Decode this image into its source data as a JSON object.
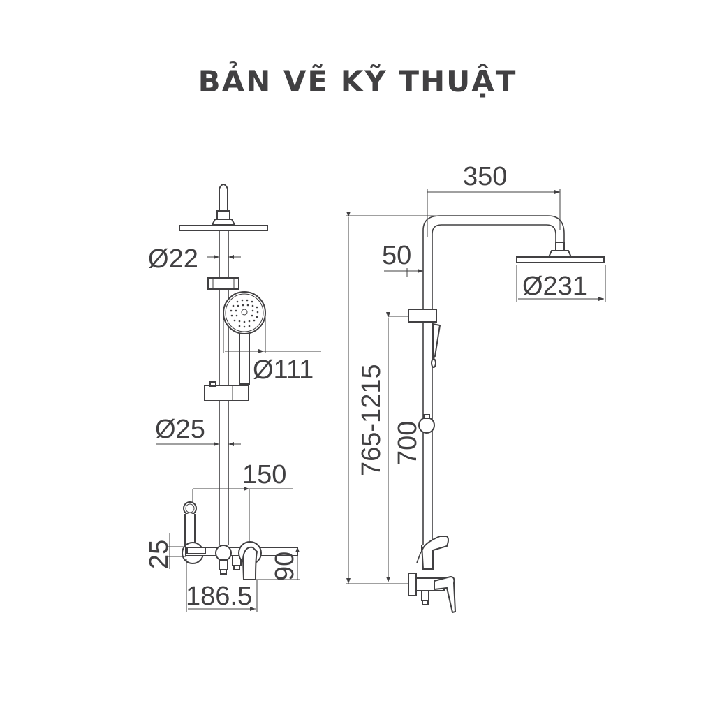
{
  "title": "BẢN VẼ KỸ THUẬT",
  "colors": {
    "ink": "#414042",
    "background": "#ffffff"
  },
  "front_view": {
    "dimensions": {
      "pipe_diameter_top": "Ø22",
      "hand_shower_diameter": "Ø111",
      "pipe_diameter_bottom": "Ø25",
      "center_distance": "150",
      "bidet_offset": "25",
      "mixer_height": "90",
      "mixer_width": "186.5"
    }
  },
  "side_view": {
    "dimensions": {
      "arm_length": "350",
      "wall_offset": "50",
      "head_diameter": "Ø231",
      "total_height": "765-1215",
      "bar_height": "700"
    }
  }
}
